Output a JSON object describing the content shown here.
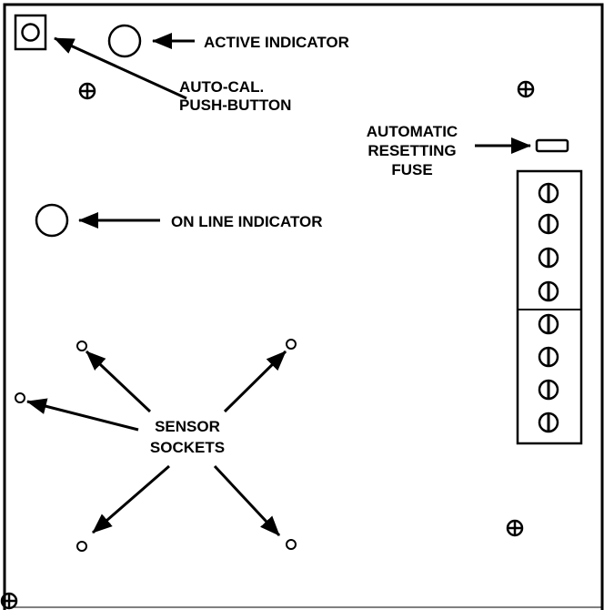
{
  "labels": {
    "active_indicator": "ACTIVE INDICATOR",
    "auto_cal_line1": "AUTO-CAL.",
    "auto_cal_line2": "PUSH-BUTTON",
    "fuse_line1": "AUTOMATIC",
    "fuse_line2": "RESETTING",
    "fuse_line3": "FUSE",
    "online_indicator": "ON LINE INDICATOR",
    "sensor_line1": "SENSOR",
    "sensor_line2": "SOCKETS"
  },
  "colors": {
    "ink": "#000000",
    "paper": "#ffffff"
  },
  "icons": {
    "mount_hole": "crosshair-circle-icon",
    "terminal_screw": "screw-slot-icon",
    "socket": "small-circle-icon",
    "indicator": "led-circle-icon",
    "push_button": "square-button-icon",
    "fuse": "fuse-rectangle-icon"
  }
}
